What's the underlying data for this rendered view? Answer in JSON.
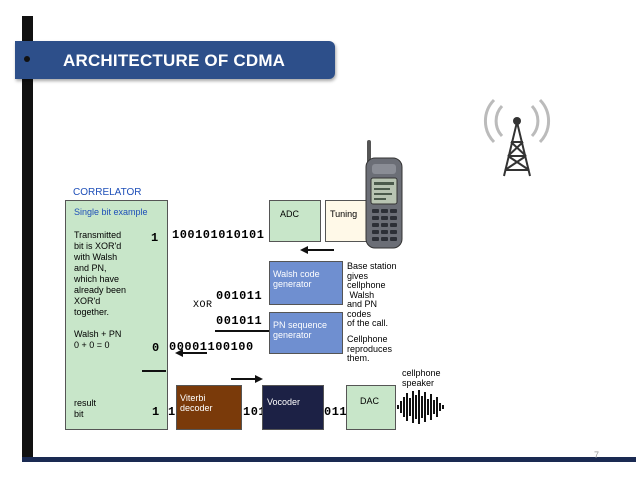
{
  "slide": {
    "title": "ARCHITECTURE OF CDMA",
    "page_number": "7"
  },
  "correlator": {
    "heading": "CORRELATOR",
    "subheading": "Single bit example",
    "note_line1": "Transmitted",
    "note_line2": "bit is XOR'd",
    "note_line3": "with Walsh",
    "note_line4": "and PN,",
    "note_line5": "which have",
    "note_line6": "already been",
    "note_line7": "XOR'd",
    "note_line8": "together.",
    "walsh_pn_line1": "Walsh + PN",
    "walsh_pn_line2": "0 + 0 = 0",
    "result_line1": "result",
    "result_line2": "bit"
  },
  "bits": {
    "transmitted_bit": "1",
    "transmitted_stream": "100101010101",
    "xor_label": "XOR",
    "walsh_stream": "001011",
    "pn_stream": "001011",
    "combined_bit": "0",
    "combined_stream": "00001100100",
    "result_bit": "1",
    "result_stream_prefix": "1",
    "result_stream_mid": "101",
    "result_stream_tail": "011"
  },
  "blocks": {
    "adc": "ADC",
    "tuning": "Tuning",
    "walsh_gen_line1": "Walsh code",
    "walsh_gen_line2": "generator",
    "pn_gen_line1": "PN sequence",
    "pn_gen_line2": "generator",
    "viterbi_line1": "Viterbi",
    "viterbi_line2": "decoder",
    "vocoder": "Vocoder",
    "dac": "DAC"
  },
  "annotations": {
    "base_station_line1": "Base station",
    "base_station_line2": "gives",
    "base_station_line3": "cellphone",
    "base_station_line4": " Walsh",
    "base_station_line5": "and PN",
    "base_station_line6": "codes",
    "base_station_line7": "of the call.",
    "reproduce_line1": "Cellphone",
    "reproduce_line2": "reproduces",
    "reproduce_line3": "them.",
    "speaker_line1": "cellphone",
    "speaker_line2": "speaker"
  },
  "icons": {
    "tower": "radio-tower-icon",
    "phone": "cellphone-icon",
    "sound": "sound-wave-icon"
  },
  "colors": {
    "title_bar": "#2d4f8a",
    "correlator_fill": "#c8e6c9",
    "generator_fill": "#6f8fd0",
    "viterbi_fill": "#7a3a0a",
    "vocoder_fill": "#1c2145",
    "heading_blue": "#1e4fb8"
  }
}
